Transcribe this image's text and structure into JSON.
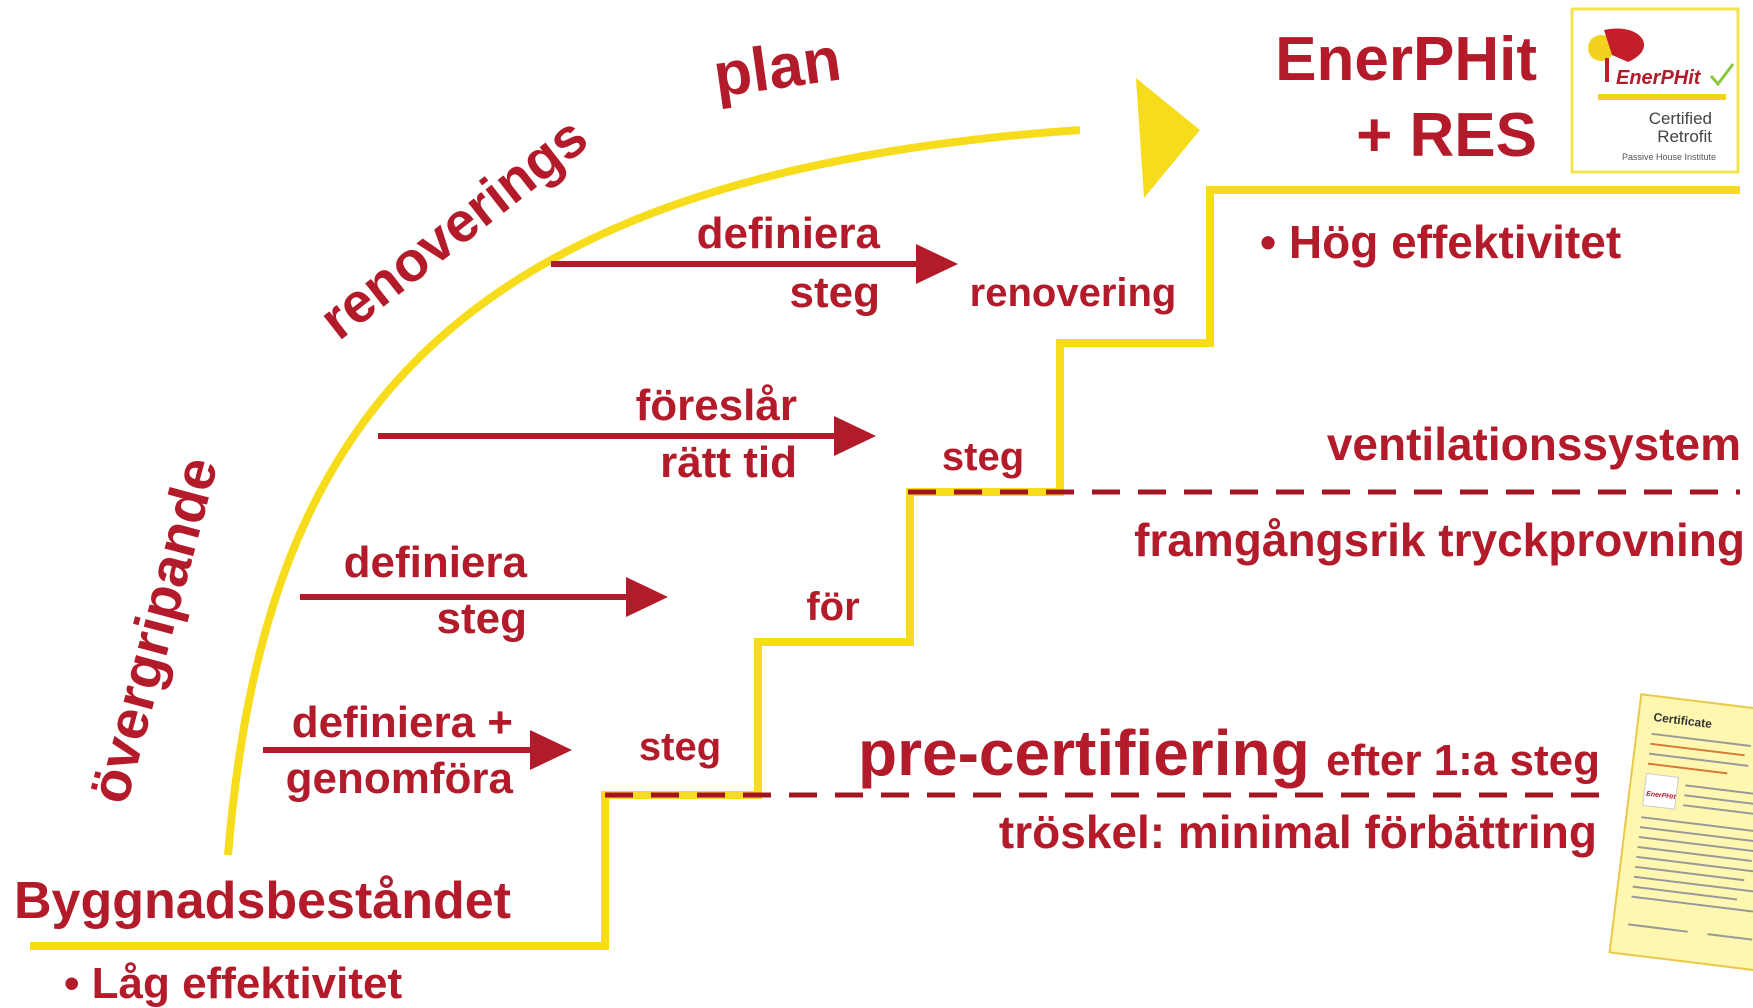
{
  "colors": {
    "accent": "#b31b2a",
    "path": "#f7dc1c",
    "logo_text": "#b31b2a",
    "doc_bg": "#fff7b0"
  },
  "curve_label": {
    "part1": "övergripande",
    "part2": "renoverings",
    "part3": "plan"
  },
  "start": {
    "title": "Byggnadsbeståndet",
    "bullet": "• Låg effektivitet"
  },
  "goal": {
    "line1": "EnerPHit",
    "line2": "+ RES",
    "bullet": "• Hög effektivitet"
  },
  "arrows": [
    {
      "line1": "definiera +",
      "line2": "genomföra"
    },
    {
      "line1": "definiera",
      "line2": "steg"
    },
    {
      "line1": "föreslår",
      "line2": "rätt tid"
    },
    {
      "line1": "definiera",
      "line2": "steg"
    }
  ],
  "stair_labels": [
    "steg",
    "för",
    "steg",
    "renovering"
  ],
  "threshold1": {
    "main": "pre-certifiering",
    "suffix": "efter 1:a steg",
    "below": "tröskel: minimal förbättring"
  },
  "threshold2": {
    "above": "ventilationssystem",
    "below": "framgångsrik tryckprovning"
  },
  "logo": {
    "brand": "EnerPHit",
    "line1": "Certified",
    "line2": "Retrofit",
    "line3": "Passive House Institute",
    "icon": "passive-house-figure-icon"
  },
  "certificate": {
    "title": "Certificate",
    "brand": "EnerPHit",
    "icon": "certificate-document-icon"
  }
}
